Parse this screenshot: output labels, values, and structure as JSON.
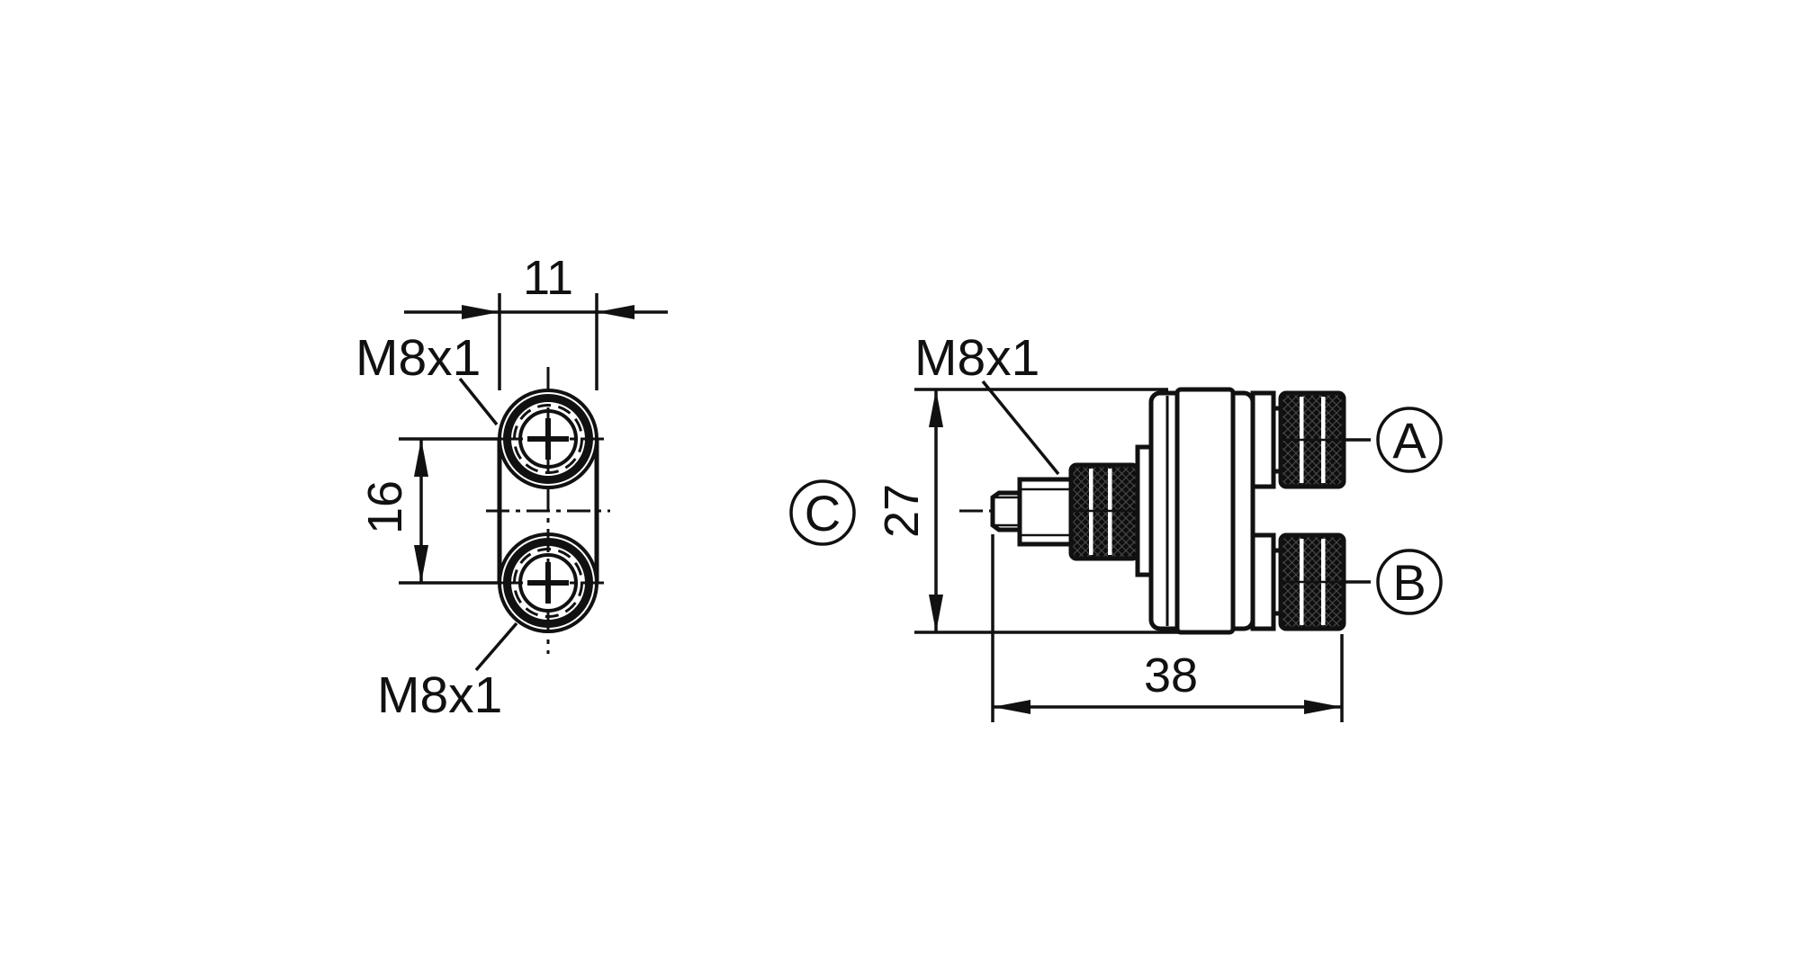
{
  "drawing": {
    "type": "technical-drawing",
    "subject": "M8 Y-splitter connector, two views",
    "colors": {
      "line": "#111111",
      "background": "#ffffff"
    },
    "views": {
      "front": {
        "dims": {
          "width": "11",
          "port_spacing": "16"
        },
        "labels": {
          "thread_top": "M8x1",
          "thread_bottom": "M8x1"
        }
      },
      "side": {
        "dims": {
          "height": "27",
          "length": "38"
        },
        "labels": {
          "thread_male": "M8x1"
        },
        "ports": {
          "top": "A",
          "bottom": "B",
          "male": "C"
        }
      }
    }
  }
}
